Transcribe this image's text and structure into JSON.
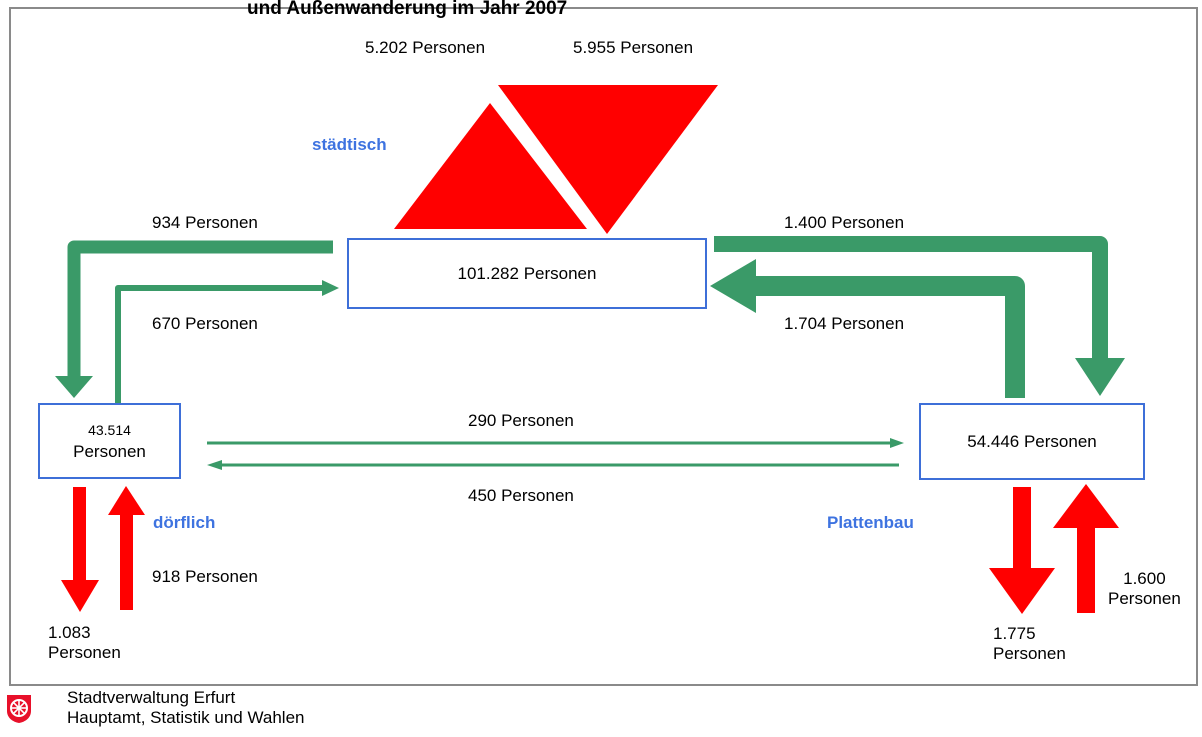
{
  "title": "und Außenwanderung im Jahr 2007",
  "categories": {
    "urban": "städtisch",
    "village": "dörflich",
    "prefab": "Plattenbau"
  },
  "boxes": {
    "urban": {
      "line1": "101.282 Personen"
    },
    "village": {
      "line1": "43.514",
      "line2": "Personen"
    },
    "prefab": {
      "line1": "54.446 Personen"
    }
  },
  "flows": {
    "urban_out": "5.202 Personen",
    "urban_in": "5.955 Personen",
    "urban_to_village": "934 Personen",
    "village_to_urban": "670 Personen",
    "urban_to_prefab": "1.400 Personen",
    "prefab_to_urban": "1.704 Personen",
    "village_to_prefab": "290 Personen",
    "prefab_to_village": "450 Personen",
    "village_out_1": "1.083",
    "village_out_2": "Personen",
    "village_in": "918 Personen",
    "prefab_out_1": "1.775",
    "prefab_out_2": "Personen",
    "prefab_in_1": "1.600",
    "prefab_in_2": "Personen"
  },
  "footer": {
    "org_line1": "Stadtverwaltung Erfurt",
    "org_line2": "Hauptamt, Statistik und Wahlen"
  },
  "colors": {
    "external_flow": "#ff0000",
    "internal_flow": "#3a9a68",
    "box_border": "#3e6fd8",
    "category_text": "#3e73e0"
  }
}
